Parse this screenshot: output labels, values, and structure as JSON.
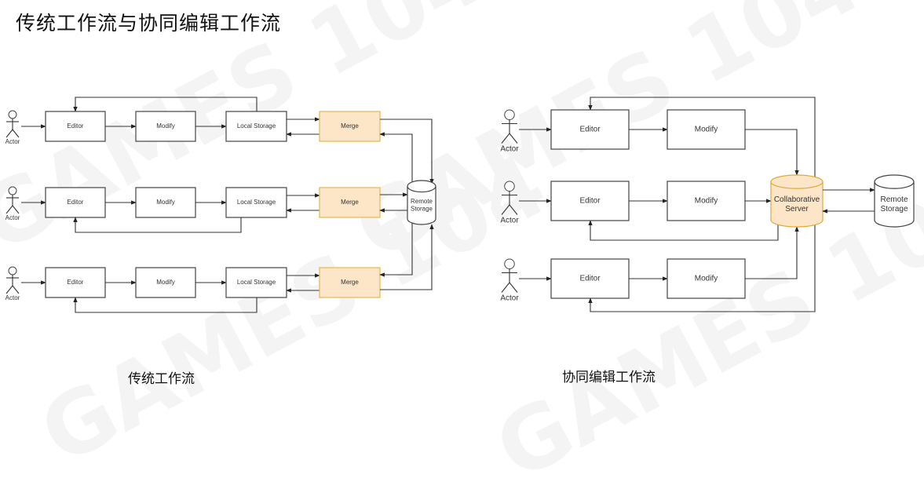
{
  "title": "传统工作流与协同编辑工作流",
  "watermark_text": "GAMES 104",
  "colors": {
    "line": "#333333",
    "box_stroke": "#444444",
    "merge_fill": "#fde5c8",
    "merge_stroke": "#e5b84e",
    "server_fill": "#fde5c8",
    "server_stroke": "#e0a940"
  },
  "traditional": {
    "caption": "传统工作流",
    "actor_label": "Actor",
    "editor_label": "Editor",
    "modify_label": "Modify",
    "local_storage_label": "Local Storage",
    "merge_label": "Merge",
    "remote_storage_label": [
      "Remote",
      "Storage"
    ],
    "rows": [
      {
        "actor": "Actor",
        "editor": "Editor",
        "modify": "Modify",
        "storage": "Local Storage",
        "merge": "Merge"
      },
      {
        "actor": "Actor",
        "editor": "Editor",
        "modify": "Modify",
        "storage": "Local Storage",
        "merge": "Merge"
      },
      {
        "actor": "Actor",
        "editor": "Editor",
        "modify": "Modify",
        "storage": "Local Storage",
        "merge": "Merge"
      }
    ]
  },
  "collaborative": {
    "caption": "协同编辑工作流",
    "server_label": [
      "Collaborative",
      "Server"
    ],
    "remote_storage_label": [
      "Remote",
      "Storage"
    ],
    "rows": [
      {
        "actor": "Actor",
        "editor": "Editor",
        "modify": "Modify"
      },
      {
        "actor": "Actor",
        "editor": "Editor",
        "modify": "Modify"
      },
      {
        "actor": "Actor",
        "editor": "Editor",
        "modify": "Modify"
      }
    ]
  }
}
